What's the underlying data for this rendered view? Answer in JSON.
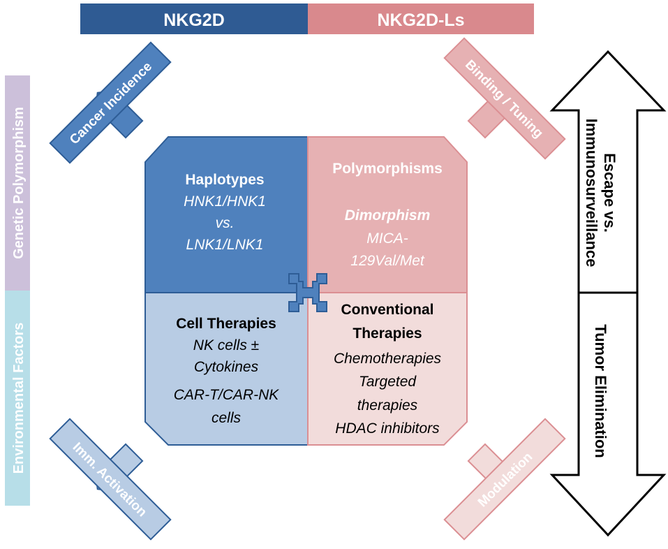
{
  "header": {
    "left": "NKG2D",
    "right": "NKG2D-Ls"
  },
  "side": {
    "top": "Genetic Polymorphism",
    "bottom": "Environmental Factors"
  },
  "right_arrow": {
    "top_line1": "Escape vs.",
    "top_line2": "Immunosurveillance",
    "bottom": "Tumor Elimination"
  },
  "corner_labels": {
    "top_left": "Cancer Incidence",
    "top_right": "Binding / Tuning",
    "bottom_left": "Imm. Activation",
    "bottom_right": "Modulation"
  },
  "quadrants": {
    "top_left": {
      "title": "Haplotypes",
      "lines": [
        "HNK1/HNK1",
        "vs.",
        "LNK1/LNK1"
      ]
    },
    "top_right": {
      "title": "Polymorphisms",
      "subtitle": "Dimorphism",
      "lines": [
        "MICA-",
        "129Val/Met"
      ]
    },
    "bottom_left": {
      "title": "Cell Therapies",
      "lines": [
        "NK cells ±",
        "Cytokines",
        "CAR-T/CAR-NK",
        "cells"
      ]
    },
    "bottom_right": {
      "title_lines": [
        "Conventional",
        "Therapies"
      ],
      "lines": [
        "Chemotherapies",
        "Targeted",
        "therapies",
        "HDAC inhibitors"
      ]
    }
  },
  "colors": {
    "dark_blue": "#2e5d96",
    "mid_blue": "#4f81bd",
    "light_blue": "#b8cce4",
    "dark_pink": "#db8f93",
    "mid_pink": "#e6b1b3",
    "light_pink": "#f2dcdb",
    "lavender": "#ccc0da",
    "light_cyan": "#b7dee8"
  }
}
